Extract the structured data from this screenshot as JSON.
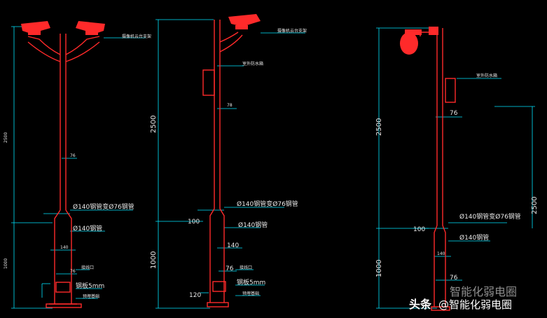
{
  "drawing": {
    "colors": {
      "pole": "#ff2a2a",
      "dim": "#00e5ff",
      "text": "#e8e8e8",
      "bg": "#000000"
    },
    "pole_left": {
      "label_camera": "摄像机云台支架",
      "dim_height": "2500",
      "dim_top_d": "76",
      "note_reducer": "Ø140钢管变Ø76钢管",
      "note_pipe": "Ø140钢管",
      "dim_lower": "1000",
      "dim_140": "140",
      "dim_76_b": "76",
      "note_hole": "接线口",
      "note_base": "钢板5mm",
      "note_foot": "预埋基础"
    },
    "pole_middle": {
      "label_camera": "摄像机云台支架",
      "label_box": "室外防水箱",
      "dim_78": "78",
      "dim_height": "2500",
      "note_reducer": "Ø140钢管变Ø76钢管",
      "dim_100": "100",
      "note_pipe": "Ø140钢管",
      "dim_140": "140",
      "dim_lower": "1000",
      "dim_76": "76",
      "note_hole": "接线口",
      "dim_120": "120",
      "note_base": "钢板5mm",
      "note_foot": "预埋基础"
    },
    "pole_right": {
      "label_box": "室外防水箱",
      "dim_76": "76",
      "dim_height": "2500",
      "dim_height_right": "2500",
      "note_reducer": "Ø140钢管变Ø76钢管",
      "dim_100": "100",
      "note_pipe": "Ø140钢管",
      "dim_140": "140",
      "dim_lower": "1000",
      "dim_76_b": "76"
    },
    "watermark": {
      "prefix": "头条",
      "handle": "@智能化弱电圈",
      "shadow": "智能化弱电圈"
    }
  }
}
